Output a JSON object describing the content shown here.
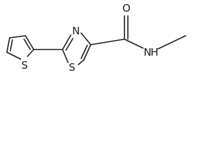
{
  "molecule": {
    "atoms": {
      "thiophene_sulfur": "S",
      "thiazole_sulfur": "S",
      "thiazole_nitrogen": "N",
      "amide_oxygen": "O",
      "amide_nitrogen": "N",
      "amide_hydrogen": "H"
    }
  }
}
